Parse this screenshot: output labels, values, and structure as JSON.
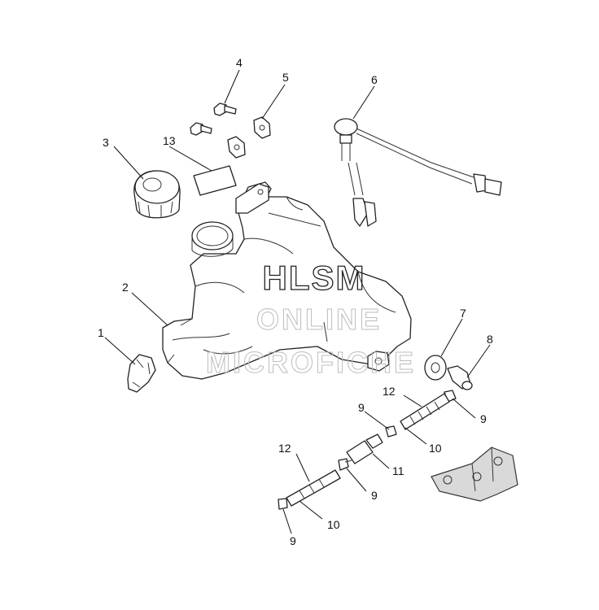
{
  "watermark": {
    "line1": "HLSM",
    "line2": "ONLINE",
    "line3": "MICROFICHE"
  },
  "callouts": [
    {
      "id": "c1",
      "label": "1"
    },
    {
      "id": "c2",
      "label": "2"
    },
    {
      "id": "c3",
      "label": "3"
    },
    {
      "id": "c4",
      "label": "4"
    },
    {
      "id": "c5",
      "label": "5"
    },
    {
      "id": "c6",
      "label": "6"
    },
    {
      "id": "c7",
      "label": "7"
    },
    {
      "id": "c8",
      "label": "8"
    },
    {
      "id": "c9a",
      "label": "9"
    },
    {
      "id": "c9b",
      "label": "9"
    },
    {
      "id": "c9c",
      "label": "9"
    },
    {
      "id": "c9d",
      "label": "9"
    },
    {
      "id": "c10a",
      "label": "10"
    },
    {
      "id": "c10b",
      "label": "10"
    },
    {
      "id": "c11",
      "label": "11"
    },
    {
      "id": "c12a",
      "label": "12"
    },
    {
      "id": "c12b",
      "label": "12"
    },
    {
      "id": "c13",
      "label": "13"
    }
  ]
}
